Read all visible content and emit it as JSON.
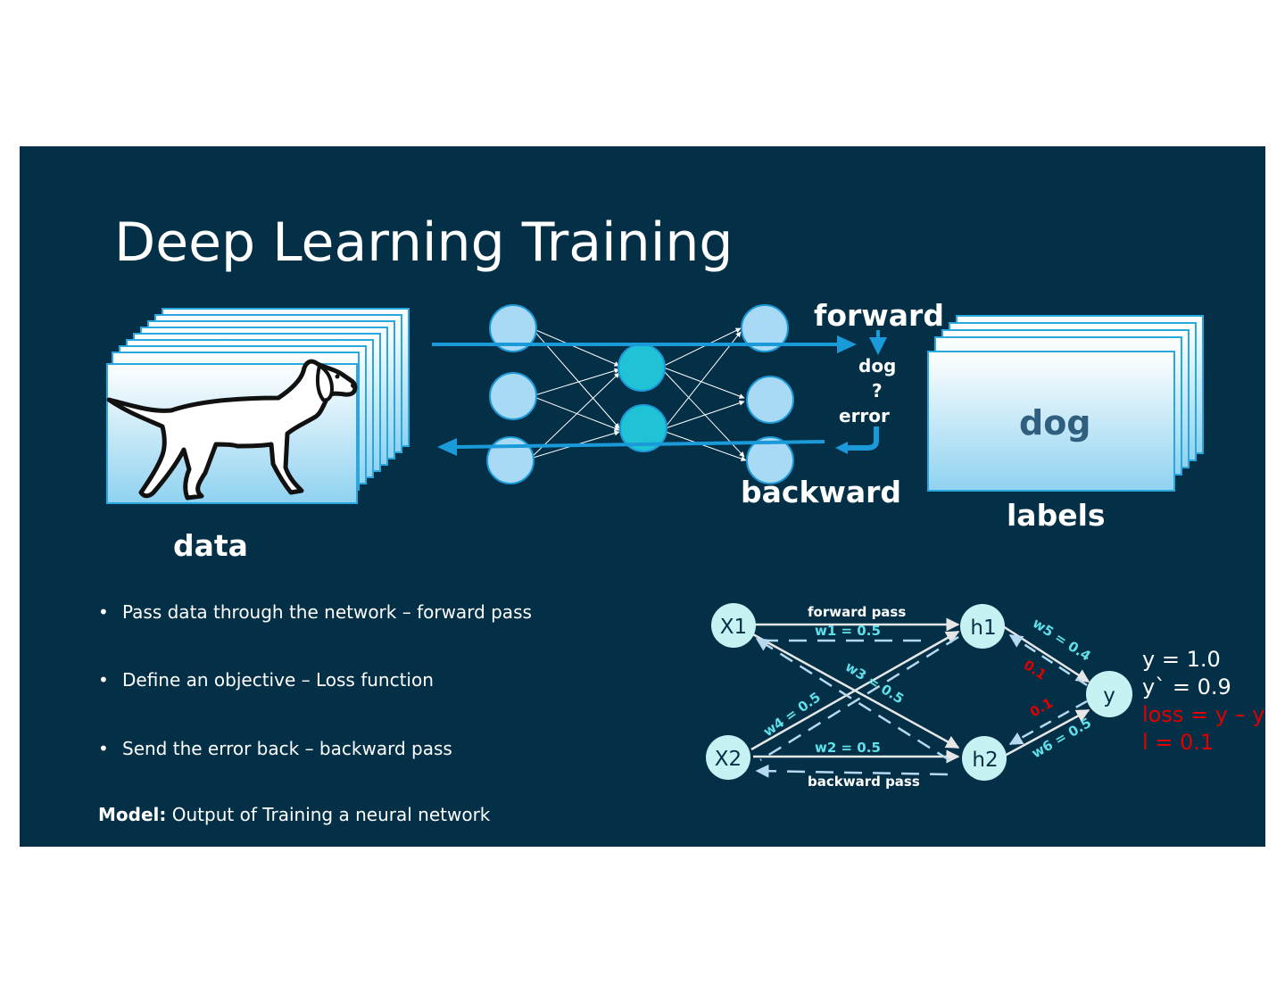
{
  "slide": {
    "title": "Deep Learning Training",
    "colors": {
      "background": "#033047",
      "accent": "#1b9ad9",
      "node_light": "#a8daf5",
      "node_dark": "#20c2d6",
      "loss": "#e00000"
    }
  },
  "top": {
    "data_label": "data",
    "forward_label": "forward",
    "backward_label": "backward",
    "dog_label": "dog",
    "question_label": "?",
    "error_label": "error",
    "card_label": "dog",
    "labels_label": "labels",
    "dog_image_icon": "dog-silhouette"
  },
  "bullets": [
    "Pass data through the network – forward pass",
    "Define an objective – Loss function",
    "Send the error back – backward pass"
  ],
  "model": {
    "label": "Model:",
    "text": " Output of Training a neural network"
  },
  "network": {
    "nodes": {
      "x1": "X1",
      "x2": "X2",
      "h1": "h1",
      "h2": "h2",
      "y": "y"
    },
    "forward_pass": "forward pass",
    "backward_pass": "backward pass",
    "weights": {
      "w1": "w1  = 0.5",
      "w2": "w2  = 0.5",
      "w3": "w3 = 0.5",
      "w4": "w4 = 0.5",
      "w5": "w5 = 0.4",
      "w6": "w6 = 0.5"
    },
    "grad1": "0.1",
    "grad2": "0.1"
  },
  "equations": {
    "y": "y = 1.0",
    "y_pred": "y` = 0.9",
    "loss": "loss = y – y`",
    "l": "l =  0.1"
  }
}
